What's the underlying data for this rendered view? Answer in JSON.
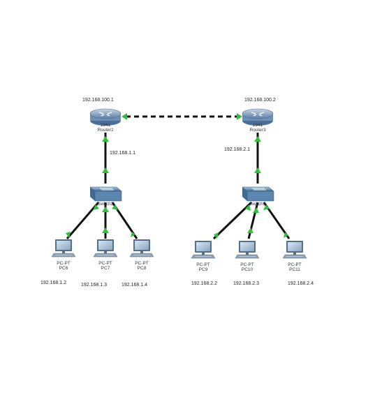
{
  "routers": [
    {
      "id": "r2",
      "model": "1941",
      "name": "Router2",
      "ip": "192.168.100.1",
      "lan_ip": "192.168.1.1"
    },
    {
      "id": "r3",
      "model": "1941",
      "name": "Router3",
      "ip": "192.168.100.2",
      "lan_ip": "192.168.2.1"
    }
  ],
  "switches": [
    {
      "id": "s2",
      "name": "Switch2"
    },
    {
      "id": "s3",
      "name": "Switch3"
    }
  ],
  "pcs": [
    {
      "id": "pc6",
      "model": "PC-PT",
      "name": "PC6",
      "ip": "192.168.1.2"
    },
    {
      "id": "pc7",
      "model": "PC-PT",
      "name": "PC7",
      "ip": "192.168.1.3"
    },
    {
      "id": "pc8",
      "model": "PC-PT",
      "name": "PC8",
      "ip": "192.168.1.4"
    },
    {
      "id": "pc9",
      "model": "PC-PT",
      "name": "PC9",
      "ip": "192.168.2.2"
    },
    {
      "id": "pc10",
      "model": "PC-PT",
      "name": "PC10",
      "ip": "192.168.2.3"
    },
    {
      "id": "pc11",
      "model": "PC-PT",
      "name": "PC11",
      "ip": "192.168.2.4"
    }
  ],
  "colors": {
    "link": "#111111",
    "port_up": "#2fbf3a",
    "router_body": "#6f8fb8",
    "switch_body": "#5c86b0"
  }
}
